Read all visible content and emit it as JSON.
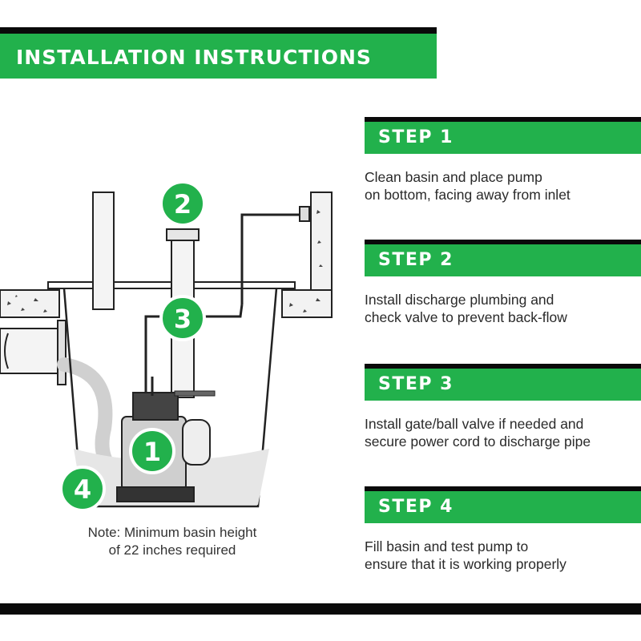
{
  "header": {
    "title": "INSTALLATION INSTRUCTIONS"
  },
  "diagram": {
    "callouts": [
      "1",
      "2",
      "3",
      "4"
    ],
    "note_lines": [
      "Note: Minimum basin height",
      "of 22 inches required"
    ]
  },
  "steps": [
    {
      "label": "STEP 1",
      "lines": [
        "Clean basin and place pump",
        "on bottom, facing away from inlet"
      ]
    },
    {
      "label": "STEP 2",
      "lines": [
        "Install discharge plumbing and",
        "check valve to prevent back-flow"
      ]
    },
    {
      "label": "STEP 3",
      "lines": [
        "Install gate/ball valve if needed and",
        "secure power cord to discharge pipe"
      ]
    },
    {
      "label": "STEP 4",
      "lines": [
        "Fill basin and test pump to",
        "ensure that it is working properly"
      ]
    }
  ],
  "colors": {
    "accent": "#22b14c",
    "bar": "#0a0a0a",
    "text": "#2a2a2a"
  }
}
